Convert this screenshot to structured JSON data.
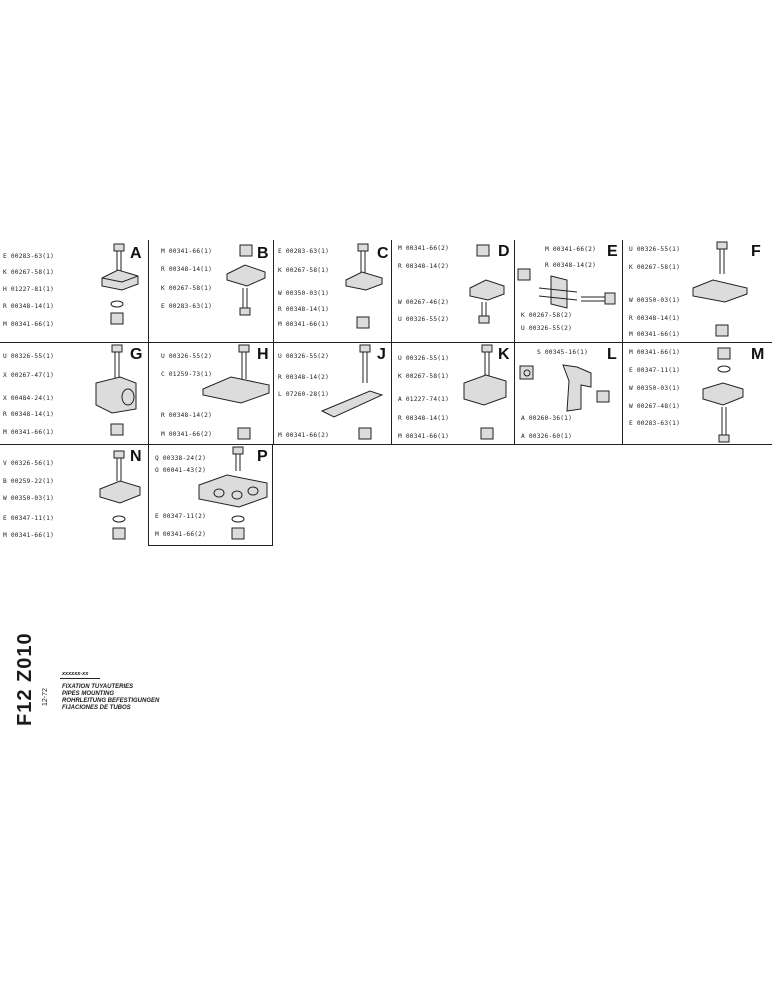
{
  "groups": {
    "A": {
      "letter": "A",
      "parts": [
        "E 00283-63(1)",
        "K 00267-58(1)",
        "H 01227-81(1)",
        "R 00348-14(1)",
        "M 00341-66(1)"
      ]
    },
    "B": {
      "letter": "B",
      "parts": [
        "M 00341-66(1)",
        "R 00348-14(1)",
        "K 00267-58(1)",
        "E 00283-63(1)"
      ]
    },
    "C": {
      "letter": "C",
      "parts": [
        "E 00283-63(1)",
        "K 00267-58(1)",
        "W 00350-03(1)",
        "R 00348-14(1)",
        "M 00341-66(1)"
      ]
    },
    "D": {
      "letter": "D",
      "parts": [
        "M 00341-66(2)",
        "R 00348-14(2)",
        "W 00267-46(2)",
        "U 00326-55(2)"
      ]
    },
    "E": {
      "letter": "E",
      "parts": [
        "M 00341-66(2)",
        "R 00348-14(2)",
        "K 00267-58(2)",
        "U 00326-55(2)"
      ]
    },
    "F": {
      "letter": "F",
      "parts": [
        "U 00326-55(1)",
        "K 00267-58(1)",
        "W 00350-03(1)",
        "R 00348-14(1)",
        "M 00341-66(1)"
      ]
    },
    "G": {
      "letter": "G",
      "parts": [
        "U 00326-55(1)",
        "X 00267-47(1)",
        "X 00484-24(1)",
        "R 00348-14(1)",
        "M 00341-66(1)"
      ]
    },
    "H": {
      "letter": "H",
      "parts": [
        "U 00326-55(2)",
        "C 01259-73(1)",
        "R 00348-14(2)",
        "M 00341-66(2)"
      ]
    },
    "J": {
      "letter": "J",
      "parts": [
        "U 00326-55(2)",
        "R 00348-14(2)",
        "L 07260-28(1)",
        "M 00341-66(2)"
      ]
    },
    "K": {
      "letter": "K",
      "parts": [
        "U 00326-55(1)",
        "K 00267-58(1)",
        "A 01227-74(1)",
        "R 00348-14(1)",
        "M 00341-66(1)"
      ]
    },
    "L": {
      "letter": "L",
      "parts": [
        "S 00345-16(1)",
        "A 00260-36(1)",
        "A 00326-60(1)"
      ]
    },
    "M": {
      "letter": "M",
      "parts": [
        "M 00341-66(1)",
        "E 00347-11(1)",
        "W 00350-03(1)",
        "W 00267-48(1)",
        "E 00283-63(1)"
      ]
    },
    "N": {
      "letter": "N",
      "parts": [
        "V 00326-56(1)",
        "B 00259-22(1)",
        "W 00350-03(1)",
        "E 00347-11(1)",
        "M 00341-66(1)"
      ]
    },
    "P": {
      "letter": "P",
      "parts": [
        "Q 00338-24(2)",
        "O 00041-43(2)",
        "E 00347-11(2)",
        "M 00341-66(2)"
      ]
    }
  },
  "footer": {
    "code": "F12 Z010",
    "date": "12-72",
    "stamp": "xxxxxx-xx",
    "titles": [
      "FIXATION TUYAUTERIES",
      "PIPES MOUNTING",
      "ROHRLEITUNG BEFESTIGUNGEN",
      "FIJACIONES DE TUBOS"
    ]
  }
}
